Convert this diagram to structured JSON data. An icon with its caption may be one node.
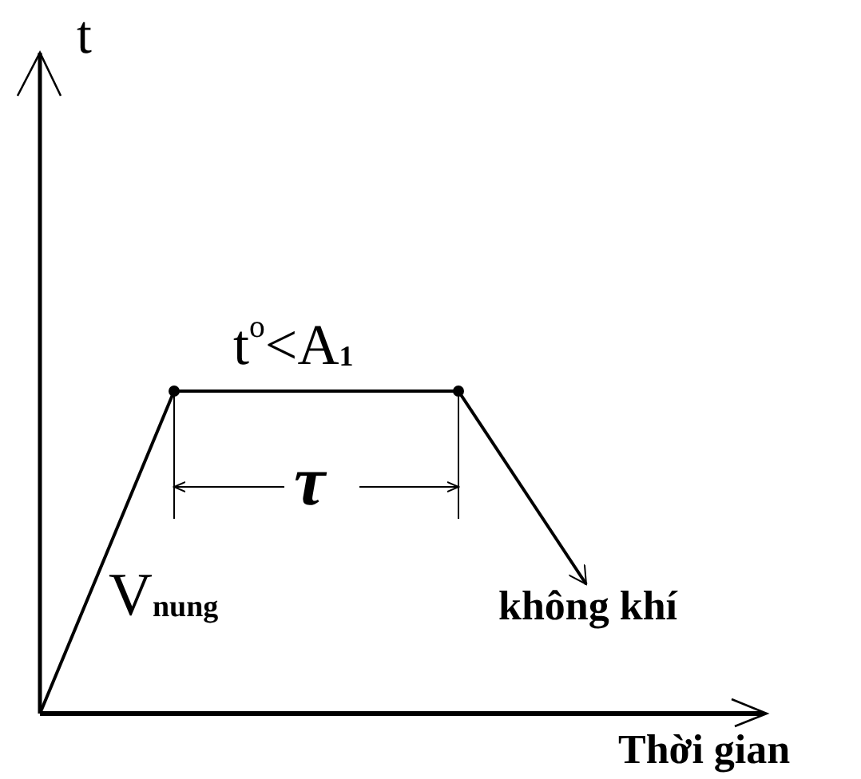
{
  "diagram": {
    "labels": [
      "t",
      "t$^{o}$<A$_{1}$",
      "τ",
      "V$_{nung}$",
      "không khí",
      "Thời gian"
    ]
  }
}
